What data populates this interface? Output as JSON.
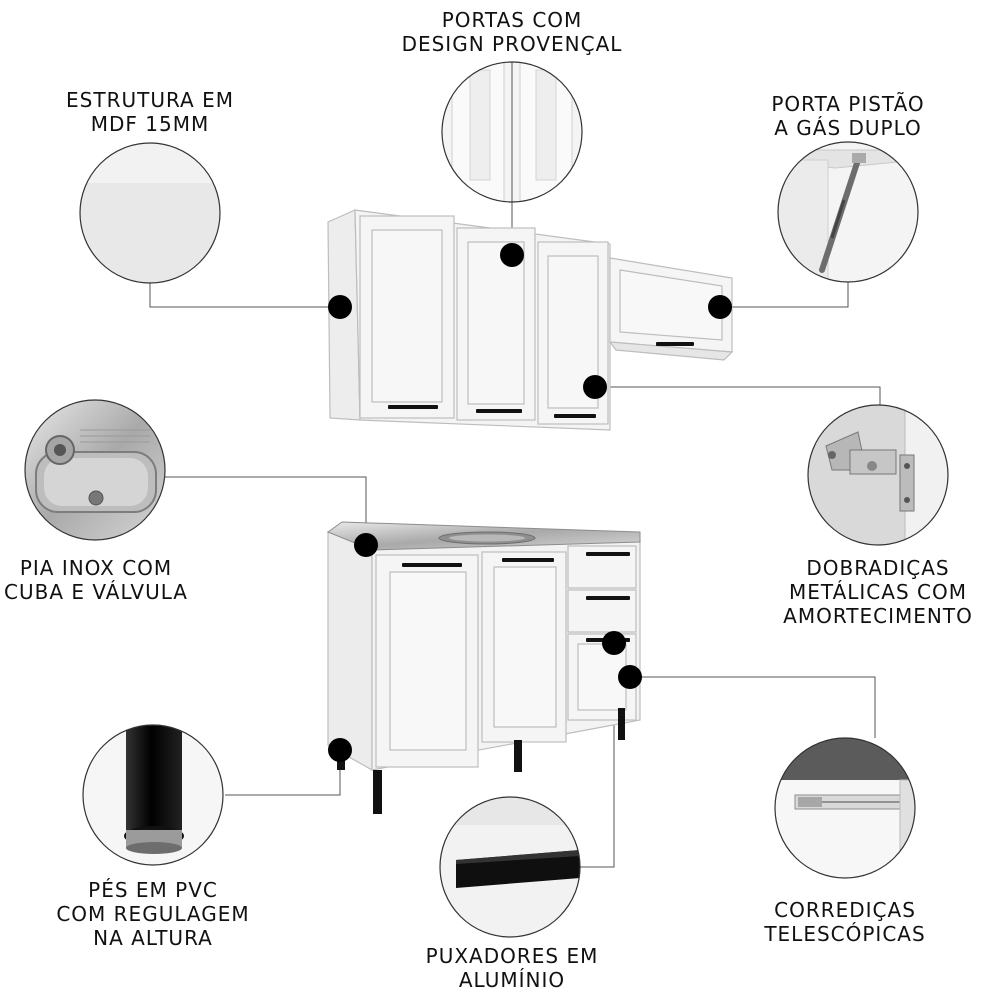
{
  "features": {
    "doors": {
      "line1": "PORTAS COM",
      "line2": "DESIGN PROVENÇAL"
    },
    "structure": {
      "line1": "ESTRUTURA EM",
      "line2": "MDF 15MM"
    },
    "piston": {
      "line1": "PORTA PISTÃO",
      "line2": "A GÁS DUPLO"
    },
    "sink": {
      "line1": "PIA INOX COM",
      "line2": "CUBA E VÁLVULA"
    },
    "hinges": {
      "line1": "DOBRADIÇAS",
      "line2": "METÁLICAS COM",
      "line3": "AMORTECIMENTO"
    },
    "feet": {
      "line1": "PÉS EM PVC",
      "line2": "COM REGULAGEM",
      "line3": "NA ALTURA"
    },
    "handles": {
      "line1": "PUXADORES EM",
      "line2": "ALUMÍNIO"
    },
    "slides": {
      "line1": "CORREDIÇAS",
      "line2": "TELESCÓPICAS"
    }
  },
  "colors": {
    "cabinet": "#f2f2f2",
    "outline": "#bdbdbd",
    "marker": "#000000",
    "leader": "#555555"
  }
}
